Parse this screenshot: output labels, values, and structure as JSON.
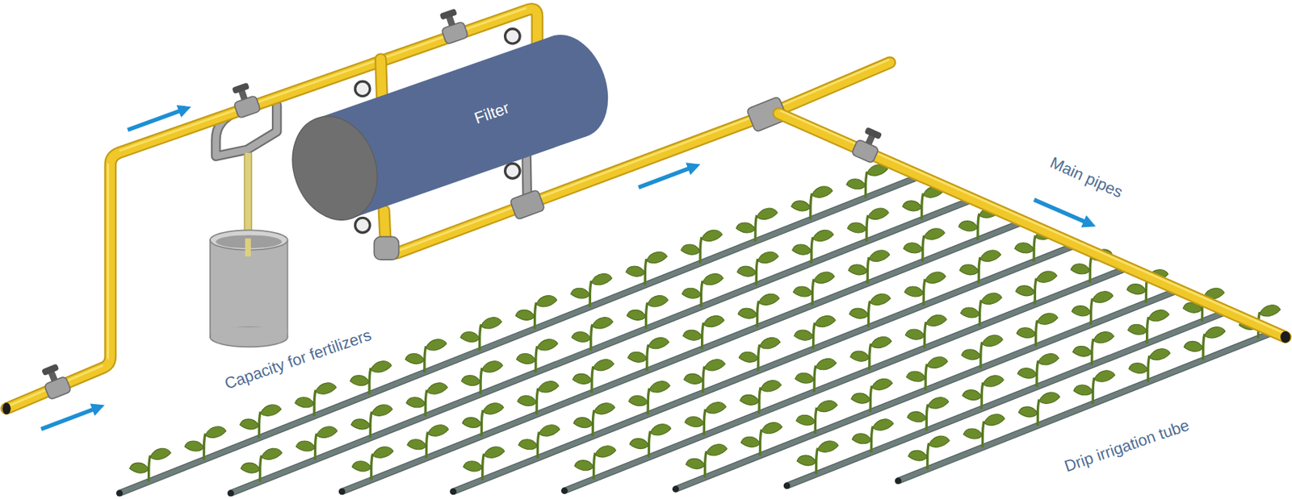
{
  "diagram": {
    "nodes": [
      {
        "text": [
          "Filter"
        ]
      }
    ],
    "labels": [
      "Capacity for fertilizers",
      "Main pipes",
      "Drip irrigation tube"
    ]
  }
}
